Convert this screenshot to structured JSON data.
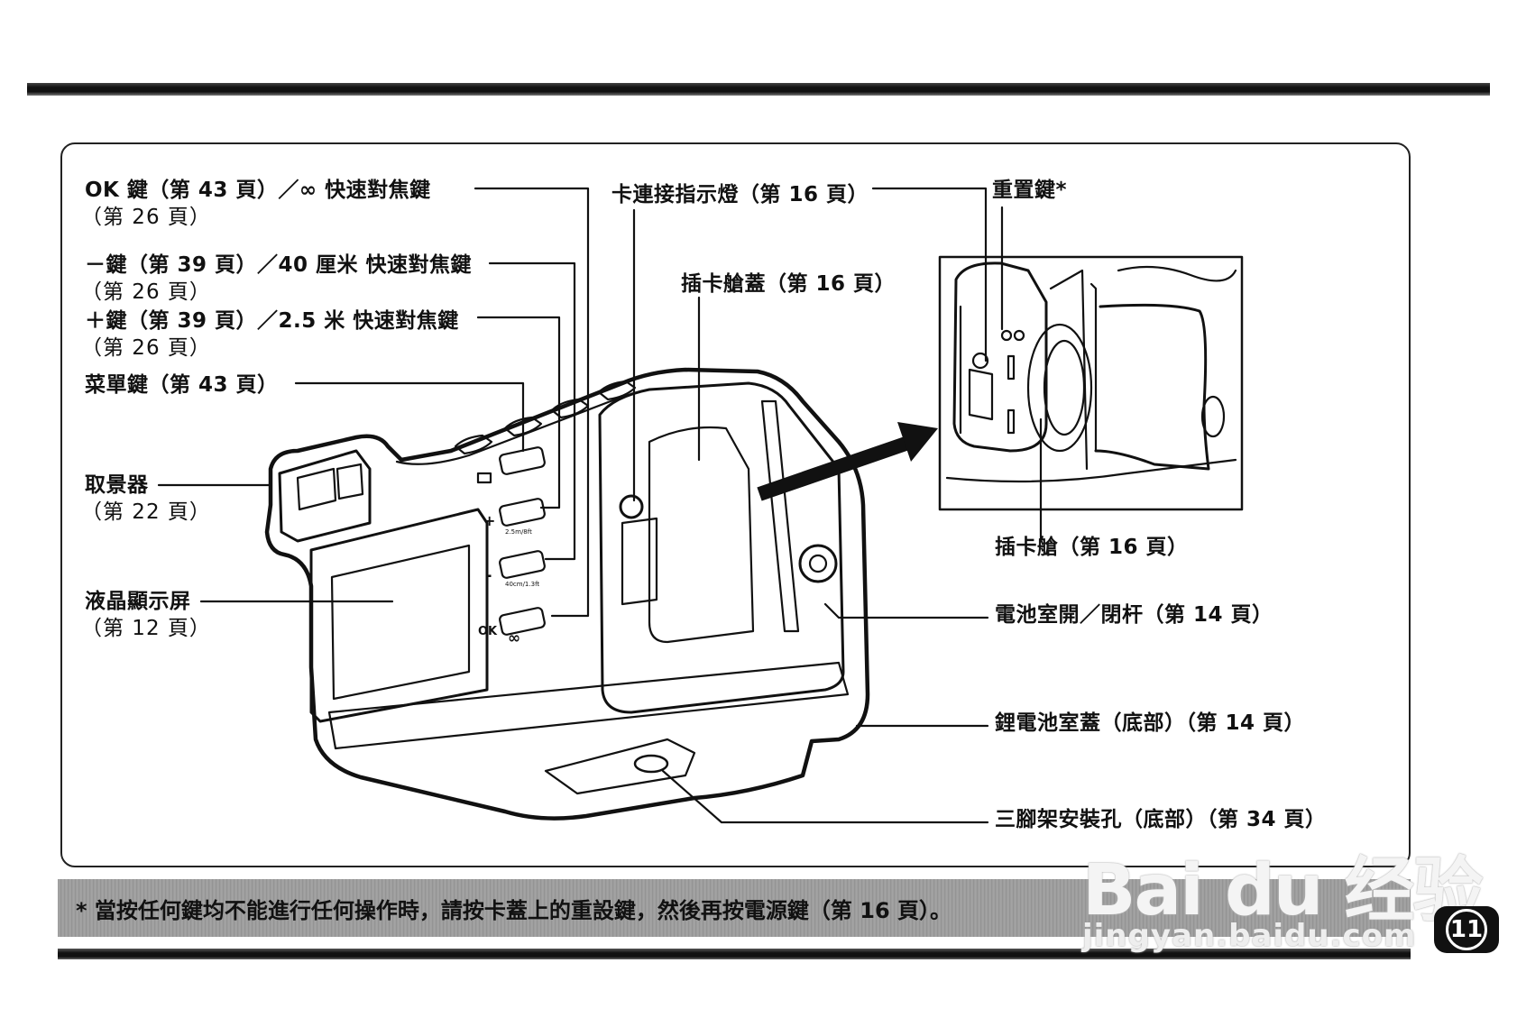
{
  "labels": {
    "ok_key": "OK 鍵（第 43 頁）／∞ 快速對焦鍵",
    "ok_key_sub": "（第 26 頁）",
    "minus_key": "－鍵（第 39 頁）／40 厘米 快速對焦鍵",
    "minus_key_sub": "（第 26 頁）",
    "plus_key": "＋鍵（第 39 頁）／2.5 米 快速對焦鍵",
    "plus_key_sub": "（第 26 頁）",
    "menu_key": "菜單鍵（第 43 頁）",
    "viewfinder": "取景器",
    "viewfinder_sub": "（第 22 頁）",
    "lcd": "液晶顯示屏",
    "lcd_sub": "（第 12 頁）",
    "card_indicator": "卡連接指示燈（第 16 頁）",
    "card_cover": "插卡艙蓋（第 16 頁）",
    "reset_key": "重置鍵*",
    "card_slot": "插卡艙（第 16 頁）",
    "battery_lever": "電池室開／閉杆（第 14 頁）",
    "lithium_cover": "鋰電池室蓋（底部）（第 14 頁）",
    "tripod": "三腳架安裝孔（底部）（第 34 頁）"
  },
  "camera_marks": {
    "plus": "+",
    "minus": "-",
    "ok": "OK",
    "inf": "∞",
    "dist1": "2.5m/8ft",
    "dist2": "40cm/1.3ft"
  },
  "footnote": "* 當按任何鍵均不能進行任何操作時，請按卡蓋上的重設鍵，然後再按電源鍵（第 16 頁）。",
  "page_number": "11",
  "watermark": {
    "brand": "Bai du 经验",
    "url": "jingyan.baidu.com"
  }
}
